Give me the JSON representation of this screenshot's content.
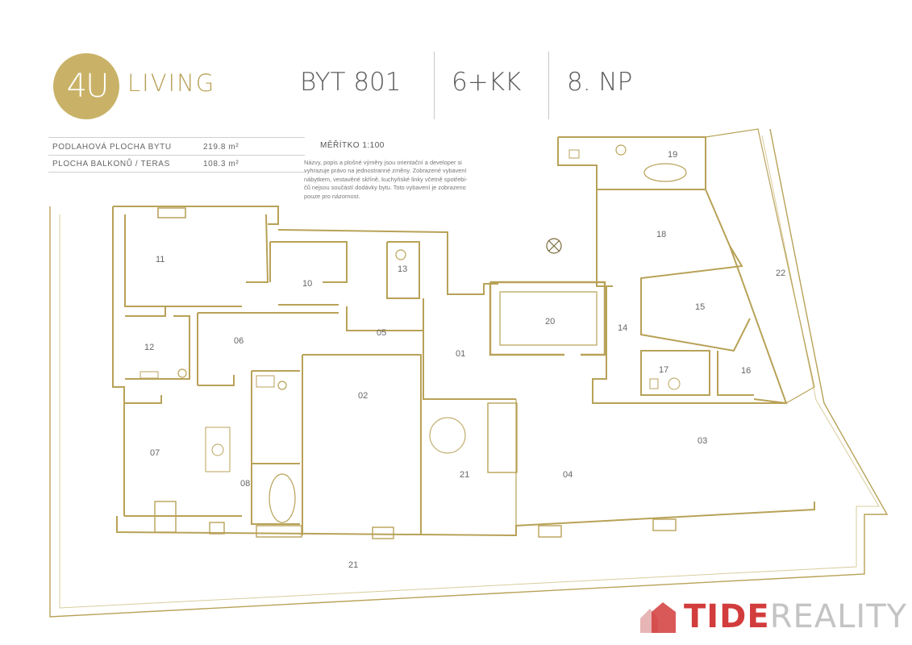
{
  "brand": {
    "logo_text": "4U",
    "word": "LIVING",
    "colors": {
      "gold": "#c9b267",
      "text_gray": "#5c5c5c",
      "wall": "#b8a258"
    }
  },
  "header": {
    "unit": "BYT 801",
    "layout": "6+KK",
    "floor": "8. NP"
  },
  "info": {
    "floor_area_label": "PODLAHOVÁ PLOCHA BYTU",
    "floor_area_value": "219.8 m²",
    "balcony_label": "PLOCHA BALKONŮ / TERAS",
    "balcony_value": "108.3 m²",
    "scale": "MĚŘÍTKO 1:100",
    "note_lines": [
      "Názvy, popis a plošné výměry jsou orientační a developer si",
      "vyhrazuje právo na jednostranné změny. Zobrazené vybavení",
      "nábytkem, vestavěné skříně, kuchyňské linky včetně spotřebi-",
      "čů nejsou součástí dodávky bytu. Toto vybavení je zobrazeno",
      "pouze pro názornost."
    ]
  },
  "rooms": {
    "r01": "01",
    "r02": "02",
    "r03": "03",
    "r04": "04",
    "r05": "05",
    "r06": "06",
    "r07": "07",
    "r08": "08",
    "r10": "10",
    "r11": "11",
    "r12": "12",
    "r13": "13",
    "r14": "14",
    "r15": "15",
    "r16": "16",
    "r17": "17",
    "r18": "18",
    "r19": "19",
    "r20": "20",
    "r21a": "21",
    "r21b": "21",
    "r22": "22"
  },
  "watermark": {
    "tide": "TIDE",
    "reality": "REALITY",
    "colors": {
      "red": "#d23c3c",
      "gray": "#c4c4c4"
    }
  }
}
